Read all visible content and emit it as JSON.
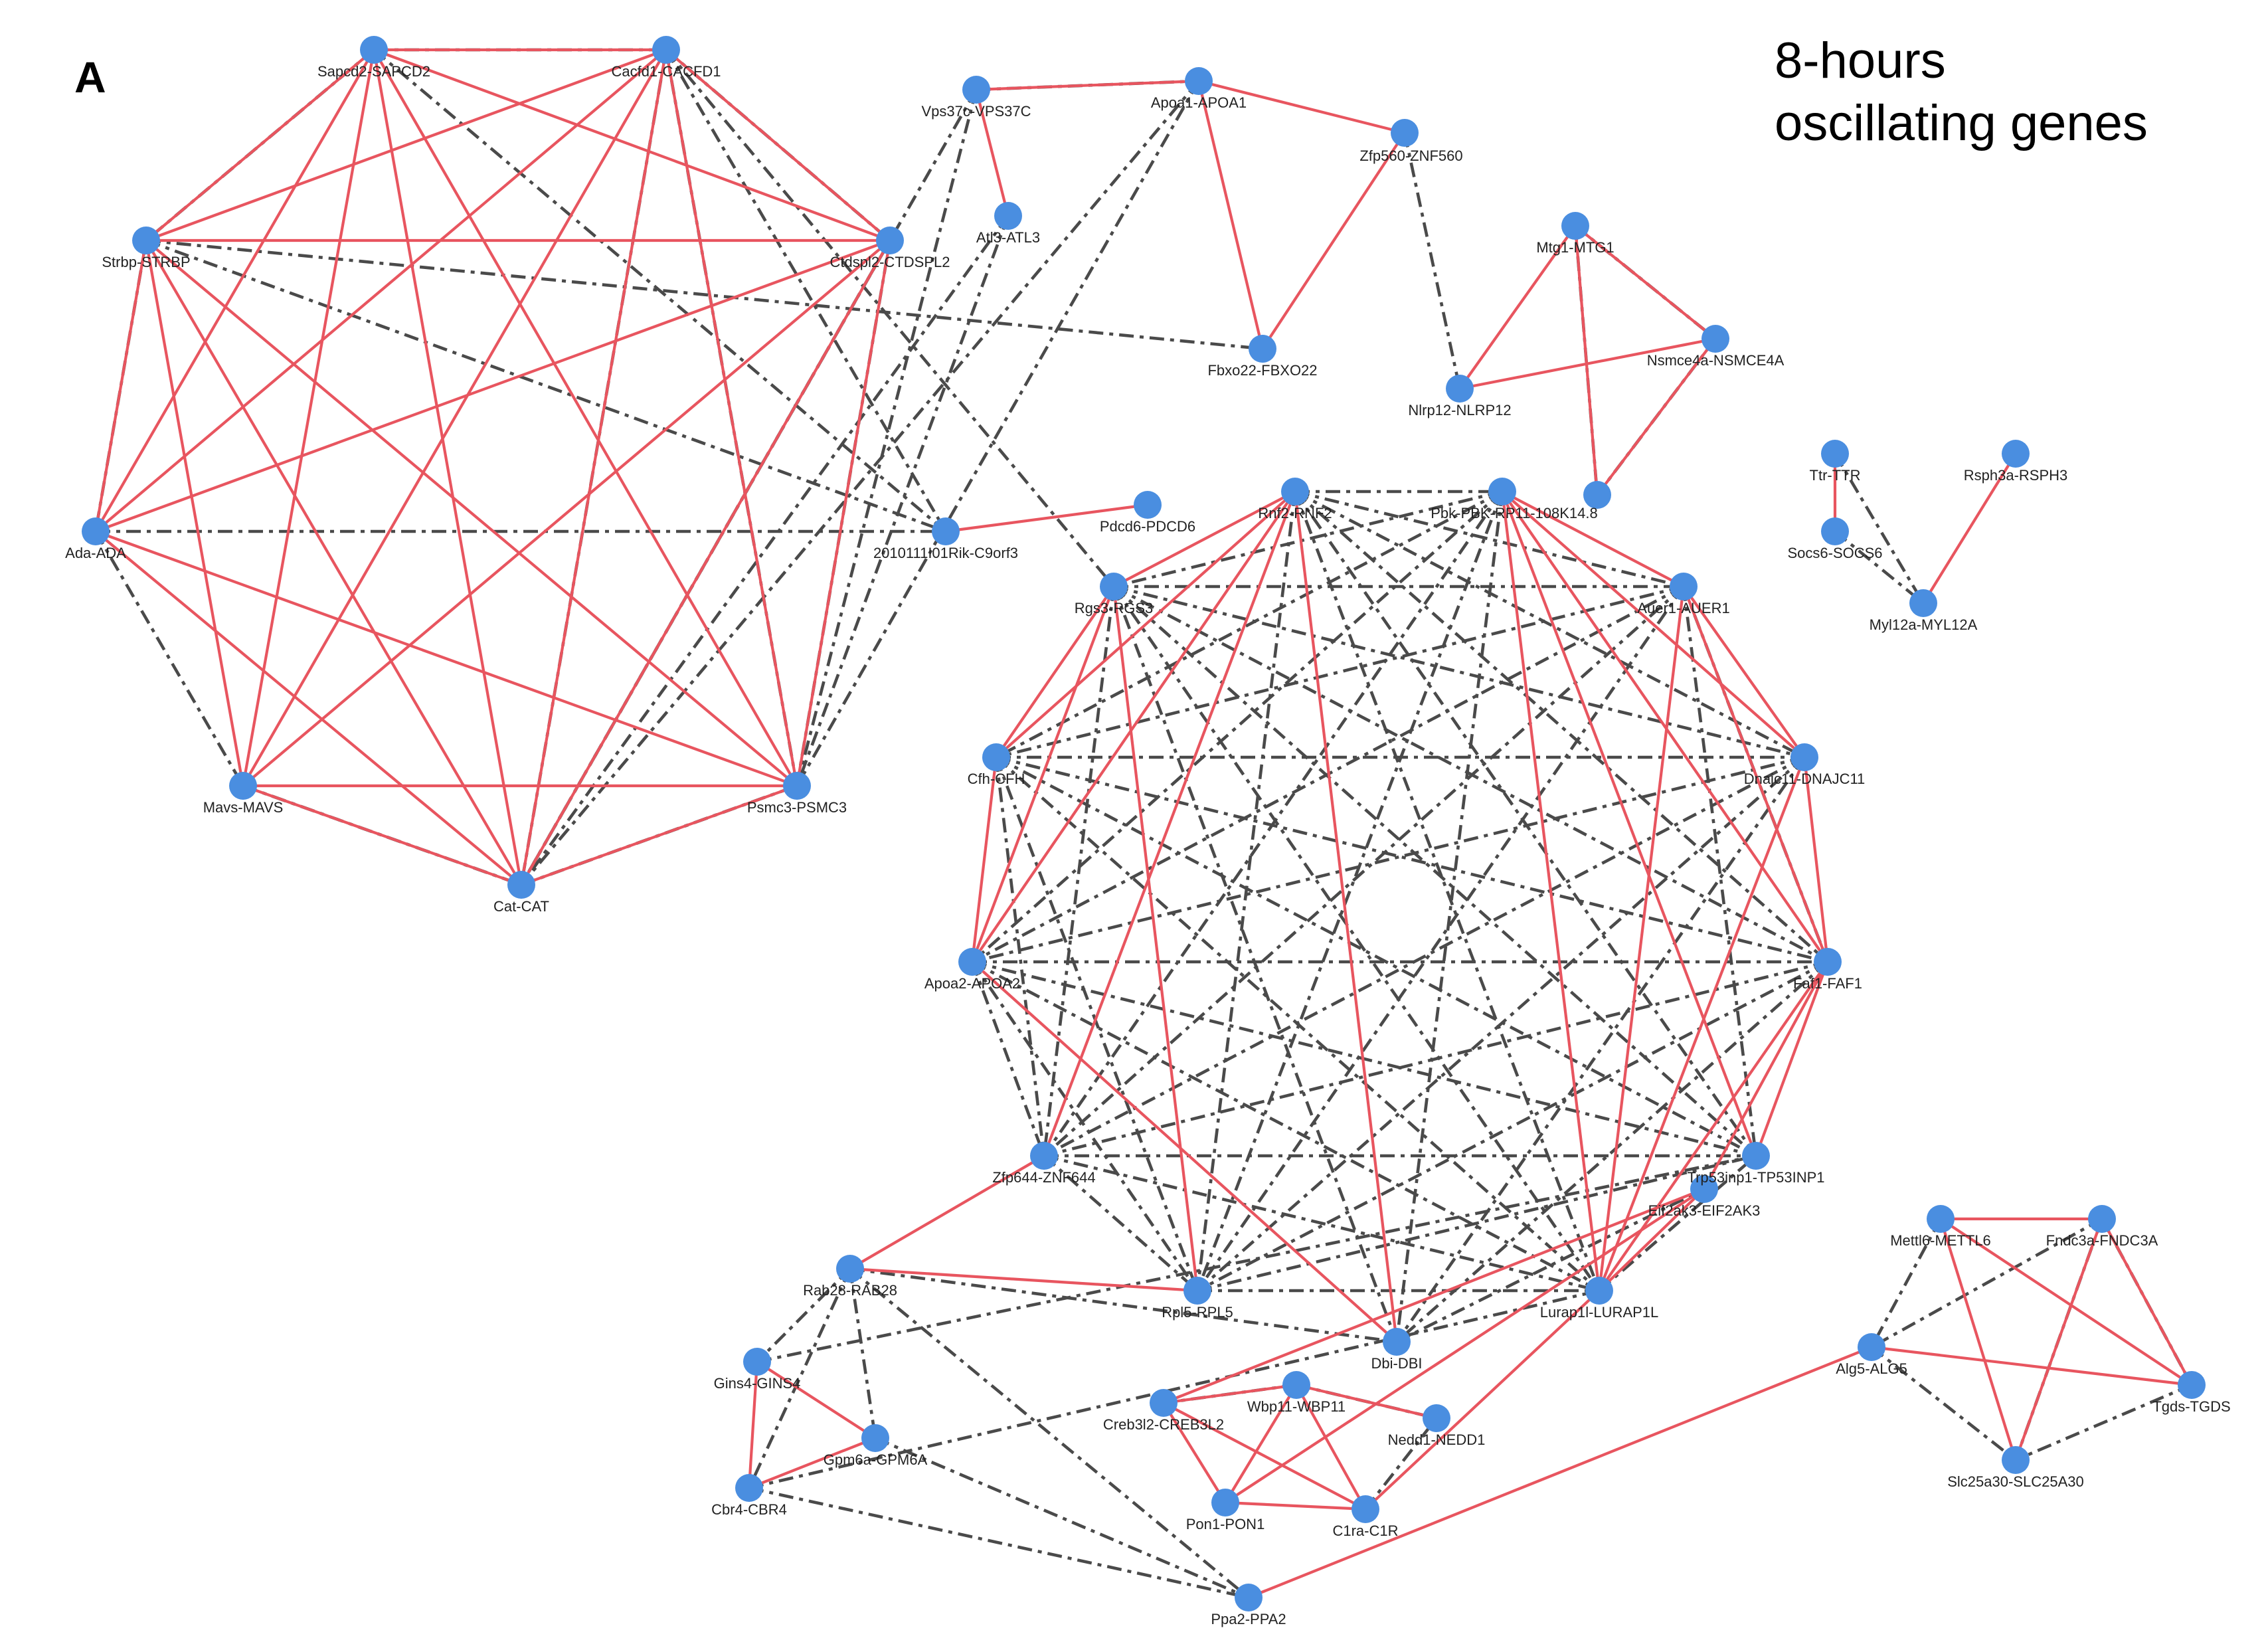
{
  "panel": {
    "letter": "A",
    "title_line1": "8-hours",
    "title_line2": "oscillating genes"
  },
  "colors": {
    "node": "#4a8ee0",
    "solid_edge": "#e8555f",
    "dashed_edge": "#4a4a4a"
  },
  "nodes": [
    {
      "id": "sap",
      "label": "Sapcd2-SAPCD2"
    },
    {
      "id": "cac",
      "label": "Cacfd1-CACFD1"
    },
    {
      "id": "strbp",
      "label": "Strbp-STRBP"
    },
    {
      "id": "ctdspl2",
      "label": "Ctdspl2-CTDSPL2"
    },
    {
      "id": "ada",
      "label": "Ada-ADA"
    },
    {
      "id": "mavs",
      "label": "Mavs-MAVS"
    },
    {
      "id": "psmc3",
      "label": "Psmc3-PSMC3"
    },
    {
      "id": "cat",
      "label": "Cat-CAT"
    },
    {
      "id": "vps",
      "label": "Vps37c-VPS37C"
    },
    {
      "id": "apoa1",
      "label": "Apoa1-APOA1"
    },
    {
      "id": "atl3",
      "label": "Atl3-ATL3"
    },
    {
      "id": "zfp560",
      "label": "Zfp560-ZNF560"
    },
    {
      "id": "fbxo22",
      "label": "Fbxo22-FBXO22"
    },
    {
      "id": "c9orf3",
      "label": "2010111I01Rik-C9orf3"
    },
    {
      "id": "pdcd6",
      "label": "Pdcd6-PDCD6"
    },
    {
      "id": "mtg1",
      "label": "Mtg1-MTG1"
    },
    {
      "id": "nsmce4a",
      "label": "Nsmce4a-NSMCE4A"
    },
    {
      "id": "nlrp12",
      "label": "Nlrp12-NLRP12"
    },
    {
      "id": "ns4b",
      "label": ""
    },
    {
      "id": "ttr",
      "label": "Ttr-TTR"
    },
    {
      "id": "rsph3",
      "label": "Rsph3a-RSPH3"
    },
    {
      "id": "socs6",
      "label": "Socs6-SOCS6"
    },
    {
      "id": "myl12a",
      "label": "Myl12a-MYL12A"
    },
    {
      "id": "rnf2",
      "label": "Rnf2-RNF2"
    },
    {
      "id": "rp11",
      "label": "Pbk-PBK-RP11-108K14.8"
    },
    {
      "id": "rgs3",
      "label": "Rgs3-RGS3"
    },
    {
      "id": "auer1",
      "label": "Auer1-AUER1"
    },
    {
      "id": "cfh",
      "label": "Cfh-CFH"
    },
    {
      "id": "dnajc11",
      "label": "Dnajc11-DNAJC11"
    },
    {
      "id": "apoa2",
      "label": "Apoa2-APOA2"
    },
    {
      "id": "faf1",
      "label": "Faf1-FAF1"
    },
    {
      "id": "znf644",
      "label": "Zfp644-ZNF644"
    },
    {
      "id": "tp53",
      "label": "Trp53inp1-TP53INP1"
    },
    {
      "id": "eif2ak3",
      "label": "Eif2ak3-EIF2AK3"
    },
    {
      "id": "rab28",
      "label": "Rab28-RAB28"
    },
    {
      "id": "rpl5",
      "label": "Rpl5-RPL5"
    },
    {
      "id": "lurap",
      "label": "Lurap1l-LURAP1L"
    },
    {
      "id": "dbi",
      "label": "Dbi-DBI"
    },
    {
      "id": "gins4",
      "label": "Gins4-GINS4"
    },
    {
      "id": "gpm6a",
      "label": "Gpm6a-GPM6A"
    },
    {
      "id": "cbr4",
      "label": "Cbr4-CBR4"
    },
    {
      "id": "creb",
      "label": "Creb3l2-CREB3L2"
    },
    {
      "id": "wbp11",
      "label": "Wbp11-WBP11"
    },
    {
      "id": "nedd1",
      "label": "Nedd1-NEDD1"
    },
    {
      "id": "pon1",
      "label": "Pon1-PON1"
    },
    {
      "id": "c1r",
      "label": "C1ra-C1R"
    },
    {
      "id": "ppa2",
      "label": "Ppa2-PPA2"
    },
    {
      "id": "mettl6",
      "label": "Mettl6-METTL6"
    },
    {
      "id": "fndc3a",
      "label": "Fndc3a-FNDC3A"
    },
    {
      "id": "alg5",
      "label": "Alg5-ALG5"
    },
    {
      "id": "tgds",
      "label": "Tgds-TGDS"
    },
    {
      "id": "slc25a30",
      "label": "Slc25a30-SLC25A30"
    }
  ],
  "edges_solid": [
    [
      "sap",
      "cac"
    ],
    [
      "sap",
      "strbp"
    ],
    [
      "sap",
      "ctdspl2"
    ],
    [
      "sap",
      "ada"
    ],
    [
      "sap",
      "mavs"
    ],
    [
      "sap",
      "psmc3"
    ],
    [
      "sap",
      "cat"
    ],
    [
      "cac",
      "strbp"
    ],
    [
      "cac",
      "ctdspl2"
    ],
    [
      "cac",
      "ada"
    ],
    [
      "cac",
      "mavs"
    ],
    [
      "cac",
      "psmc3"
    ],
    [
      "cac",
      "cat"
    ],
    [
      "strbp",
      "ctdspl2"
    ],
    [
      "strbp",
      "ada"
    ],
    [
      "strbp",
      "mavs"
    ],
    [
      "strbp",
      "psmc3"
    ],
    [
      "strbp",
      "cat"
    ],
    [
      "ctdspl2",
      "ada"
    ],
    [
      "ctdspl2",
      "mavs"
    ],
    [
      "ctdspl2",
      "psmc3"
    ],
    [
      "ctdspl2",
      "cat"
    ],
    [
      "ada",
      "psmc3"
    ],
    [
      "ada",
      "cat"
    ],
    [
      "mavs",
      "psmc3"
    ],
    [
      "mavs",
      "cat"
    ],
    [
      "psmc3",
      "cat"
    ],
    [
      "apoa1",
      "vps"
    ],
    [
      "vps",
      "atl3"
    ],
    [
      "apoa1",
      "zfp560"
    ],
    [
      "apoa1",
      "fbxo22"
    ],
    [
      "zfp560",
      "fbxo22"
    ],
    [
      "c9orf3",
      "pdcd6"
    ],
    [
      "mtg1",
      "nsmce4a"
    ],
    [
      "mtg1",
      "nlrp12"
    ],
    [
      "mtg1",
      "ns4b"
    ],
    [
      "nlrp12",
      "nsmce4a"
    ],
    [
      "ns4b",
      "nsmce4a"
    ],
    [
      "ttr",
      "socs6"
    ],
    [
      "rsph3",
      "myl12a"
    ],
    [
      "rnf2",
      "rgs3"
    ],
    [
      "rnf2",
      "cfh"
    ],
    [
      "rnf2",
      "apoa2"
    ],
    [
      "rnf2",
      "dbi"
    ],
    [
      "rnf2",
      "znf644"
    ],
    [
      "rp11",
      "auer1"
    ],
    [
      "rp11",
      "dnajc11"
    ],
    [
      "rp11",
      "faf1"
    ],
    [
      "rp11",
      "tp53"
    ],
    [
      "rp11",
      "lurap"
    ],
    [
      "rgs3",
      "cfh"
    ],
    [
      "rgs3",
      "apoa2"
    ],
    [
      "rgs3",
      "rpl5"
    ],
    [
      "auer1",
      "dnajc11"
    ],
    [
      "auer1",
      "faf1"
    ],
    [
      "auer1",
      "lurap"
    ],
    [
      "cfh",
      "apoa2"
    ],
    [
      "dnajc11",
      "faf1"
    ],
    [
      "dnajc11",
      "lurap"
    ],
    [
      "apoa2",
      "dbi"
    ],
    [
      "faf1",
      "tp53"
    ],
    [
      "faf1",
      "lurap"
    ],
    [
      "faf1",
      "eif2ak3"
    ],
    [
      "znf644",
      "rab28"
    ],
    [
      "rab28",
      "rpl5"
    ],
    [
      "gins4",
      "gpm6a"
    ],
    [
      "gins4",
      "cbr4"
    ],
    [
      "gpm6a",
      "cbr4"
    ],
    [
      "creb",
      "wbp11"
    ],
    [
      "creb",
      "pon1"
    ],
    [
      "creb",
      "c1r"
    ],
    [
      "wbp11",
      "pon1"
    ],
    [
      "wbp11",
      "c1r"
    ],
    [
      "wbp11",
      "nedd1"
    ],
    [
      "pon1",
      "c1r"
    ],
    [
      "creb",
      "eif2ak3"
    ],
    [
      "pon1",
      "eif2ak3"
    ],
    [
      "c1r",
      "lurap"
    ],
    [
      "eif2ak3",
      "lurap"
    ],
    [
      "ppa2",
      "alg5"
    ],
    [
      "mettl6",
      "fndc3a"
    ],
    [
      "mettl6",
      "tgds"
    ],
    [
      "mettl6",
      "slc25a30"
    ],
    [
      "fndc3a",
      "slc25a30"
    ],
    [
      "fndc3a",
      "tgds"
    ],
    [
      "alg5",
      "tgds"
    ]
  ],
  "edges_dashed": [
    [
      "sap",
      "cac"
    ],
    [
      "cac",
      "ctdspl2"
    ],
    [
      "sap",
      "strbp"
    ],
    [
      "strbp",
      "ada"
    ],
    [
      "ada",
      "mavs"
    ],
    [
      "mavs",
      "cat"
    ],
    [
      "cat",
      "psmc3"
    ],
    [
      "psmc3",
      "ctdspl2"
    ],
    [
      "cac",
      "psmc3"
    ],
    [
      "cac",
      "cat"
    ],
    [
      "cac",
      "c9orf3"
    ],
    [
      "cac",
      "rgs3"
    ],
    [
      "sap",
      "c9orf3"
    ],
    [
      "strbp",
      "c9orf3"
    ],
    [
      "strbp",
      "fbxo22"
    ],
    [
      "ada",
      "c9orf3"
    ],
    [
      "ctdspl2",
      "cat"
    ],
    [
      "vps",
      "cat"
    ],
    [
      "vps",
      "psmc3"
    ],
    [
      "vps",
      "apoa1"
    ],
    [
      "atl3",
      "cat"
    ],
    [
      "atl3",
      "psmc3"
    ],
    [
      "apoa1",
      "psmc3"
    ],
    [
      "apoa1",
      "cat"
    ],
    [
      "zfp560",
      "nlrp12"
    ],
    [
      "mtg1",
      "nsmce4a"
    ],
    [
      "mtg1",
      "ns4b"
    ],
    [
      "nsmce4a",
      "ns4b"
    ],
    [
      "ttr",
      "myl12a"
    ],
    [
      "socs6",
      "myl12a"
    ],
    [
      "rnf2",
      "rp11"
    ],
    [
      "rnf2",
      "auer1"
    ],
    [
      "rnf2",
      "dnajc11"
    ],
    [
      "rnf2",
      "faf1"
    ],
    [
      "rnf2",
      "rpl5"
    ],
    [
      "rnf2",
      "lurap"
    ],
    [
      "rnf2",
      "tp53"
    ],
    [
      "rp11",
      "rgs3"
    ],
    [
      "rp11",
      "cfh"
    ],
    [
      "rp11",
      "apoa2"
    ],
    [
      "rp11",
      "znf644"
    ],
    [
      "rp11",
      "rpl5"
    ],
    [
      "rp11",
      "dbi"
    ],
    [
      "rgs3",
      "auer1"
    ],
    [
      "rgs3",
      "dnajc11"
    ],
    [
      "rgs3",
      "faf1"
    ],
    [
      "rgs3",
      "znf644"
    ],
    [
      "rgs3",
      "tp53"
    ],
    [
      "rgs3",
      "lurap"
    ],
    [
      "rgs3",
      "dbi"
    ],
    [
      "auer1",
      "cfh"
    ],
    [
      "auer1",
      "apoa2"
    ],
    [
      "auer1",
      "znf644"
    ],
    [
      "auer1",
      "rpl5"
    ],
    [
      "auer1",
      "tp53"
    ],
    [
      "auer1",
      "faf1"
    ],
    [
      "cfh",
      "dnajc11"
    ],
    [
      "cfh",
      "faf1"
    ],
    [
      "cfh",
      "znf644"
    ],
    [
      "cfh",
      "rpl5"
    ],
    [
      "cfh",
      "lurap"
    ],
    [
      "cfh",
      "tp53"
    ],
    [
      "dnajc11",
      "apoa2"
    ],
    [
      "dnajc11",
      "znf644"
    ],
    [
      "dnajc11",
      "rpl5"
    ],
    [
      "dnajc11",
      "dbi"
    ],
    [
      "apoa2",
      "faf1"
    ],
    [
      "apoa2",
      "znf644"
    ],
    [
      "apoa2",
      "rpl5"
    ],
    [
      "apoa2",
      "tp53"
    ],
    [
      "apoa2",
      "lurap"
    ],
    [
      "faf1",
      "znf644"
    ],
    [
      "faf1",
      "rpl5"
    ],
    [
      "faf1",
      "dbi"
    ],
    [
      "znf644",
      "rpl5"
    ],
    [
      "znf644",
      "tp53"
    ],
    [
      "znf644",
      "lurap"
    ],
    [
      "rpl5",
      "tp53"
    ],
    [
      "rpl5",
      "lurap"
    ],
    [
      "dbi",
      "eif2ak3"
    ],
    [
      "lurap",
      "tp53"
    ],
    [
      "rab28",
      "gins4"
    ],
    [
      "rab28",
      "gpm6a"
    ],
    [
      "rab28",
      "cbr4"
    ],
    [
      "rab28",
      "ppa2"
    ],
    [
      "rab28",
      "dbi"
    ],
    [
      "gins4",
      "tp53"
    ],
    [
      "cbr4",
      "ppa2"
    ],
    [
      "gpm6a",
      "ppa2"
    ],
    [
      "cbr4",
      "lurap"
    ],
    [
      "wbp11",
      "nedd1"
    ],
    [
      "wbp11",
      "creb"
    ],
    [
      "c1r",
      "nedd1"
    ],
    [
      "mettl6",
      "alg5"
    ],
    [
      "alg5",
      "slc25a30"
    ],
    [
      "fndc3a",
      "tgds"
    ],
    [
      "fndc3a",
      "alg5"
    ],
    [
      "tgds",
      "slc25a30"
    ],
    [
      "fndc3a",
      "slc25a30"
    ]
  ]
}
